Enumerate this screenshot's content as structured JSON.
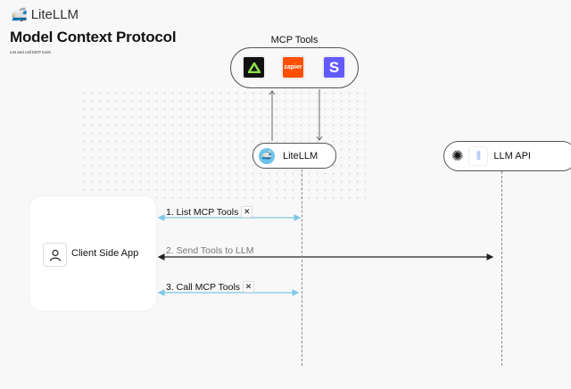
{
  "brand": {
    "name": "LiteLLM"
  },
  "page": {
    "title": "Model Context Protocol",
    "subtitle": "List and call MCP tools"
  },
  "mcp": {
    "label": "MCP Tools",
    "tools": [
      {
        "name": "anthropic-style-triangle",
        "bg": "#111111"
      },
      {
        "name": "zapier",
        "label": "zapier",
        "bg": "#ff4f00"
      },
      {
        "name": "stripe",
        "label": "S",
        "bg": "#635bff"
      }
    ]
  },
  "nodes": {
    "litellm": "LiteLLM",
    "llm_api": "LLM API",
    "client": "Client Side App"
  },
  "steps": [
    {
      "label": "1. List MCP Tools",
      "color": "#7cc8e8"
    },
    {
      "label": "2. Send Tools to LLM",
      "color": "#222222"
    },
    {
      "label": "3. Call MCP Tools",
      "color": "#7cc8e8"
    }
  ]
}
